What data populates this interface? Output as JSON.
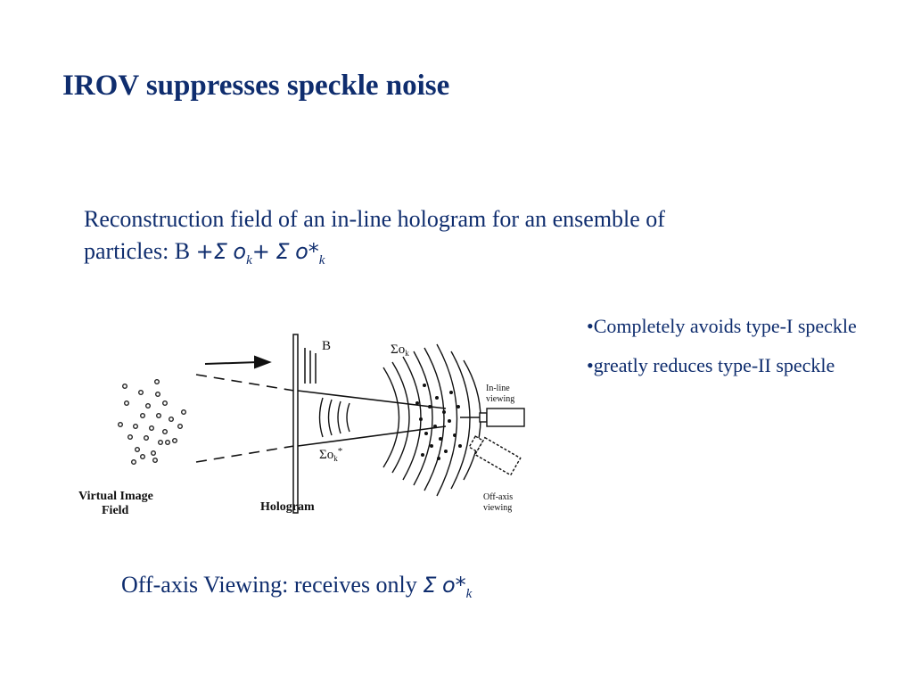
{
  "title": "IROV suppresses speckle noise",
  "intro": {
    "line1": "Reconstruction field of an in-line hologram for an ensemble of",
    "line2_prefix": "particles:  B",
    "plus1": "+",
    "sigma1": "Σ",
    "o1": "o",
    "sub1": "k",
    "plus2": "+",
    "sigma2": "Σ",
    "o2": "o*",
    "sub2": "k"
  },
  "bullets": [
    "•Completely avoids type-I speckle",
    "•greatly reduces type-II speckle"
  ],
  "footer": {
    "prefix": "Off-axis Viewing: receives only ",
    "sigma": "Σ",
    "o": "o*",
    "sub": "k"
  },
  "diagram": {
    "virtual_image_line1": "Virtual Image",
    "virtual_image_line2": "Field",
    "hologram": "Hologram",
    "b_label": "B",
    "sum_ok": "Σo",
    "sum_ok_sub": "k",
    "sum_ok_conj": "Σo",
    "sum_ok_conj_sub": "k",
    "sum_ok_conj_star": "*",
    "inline_line1": "In-line",
    "inline_line2": "viewing",
    "offaxis_line1": "Off-axis",
    "offaxis_line2": "viewing"
  }
}
